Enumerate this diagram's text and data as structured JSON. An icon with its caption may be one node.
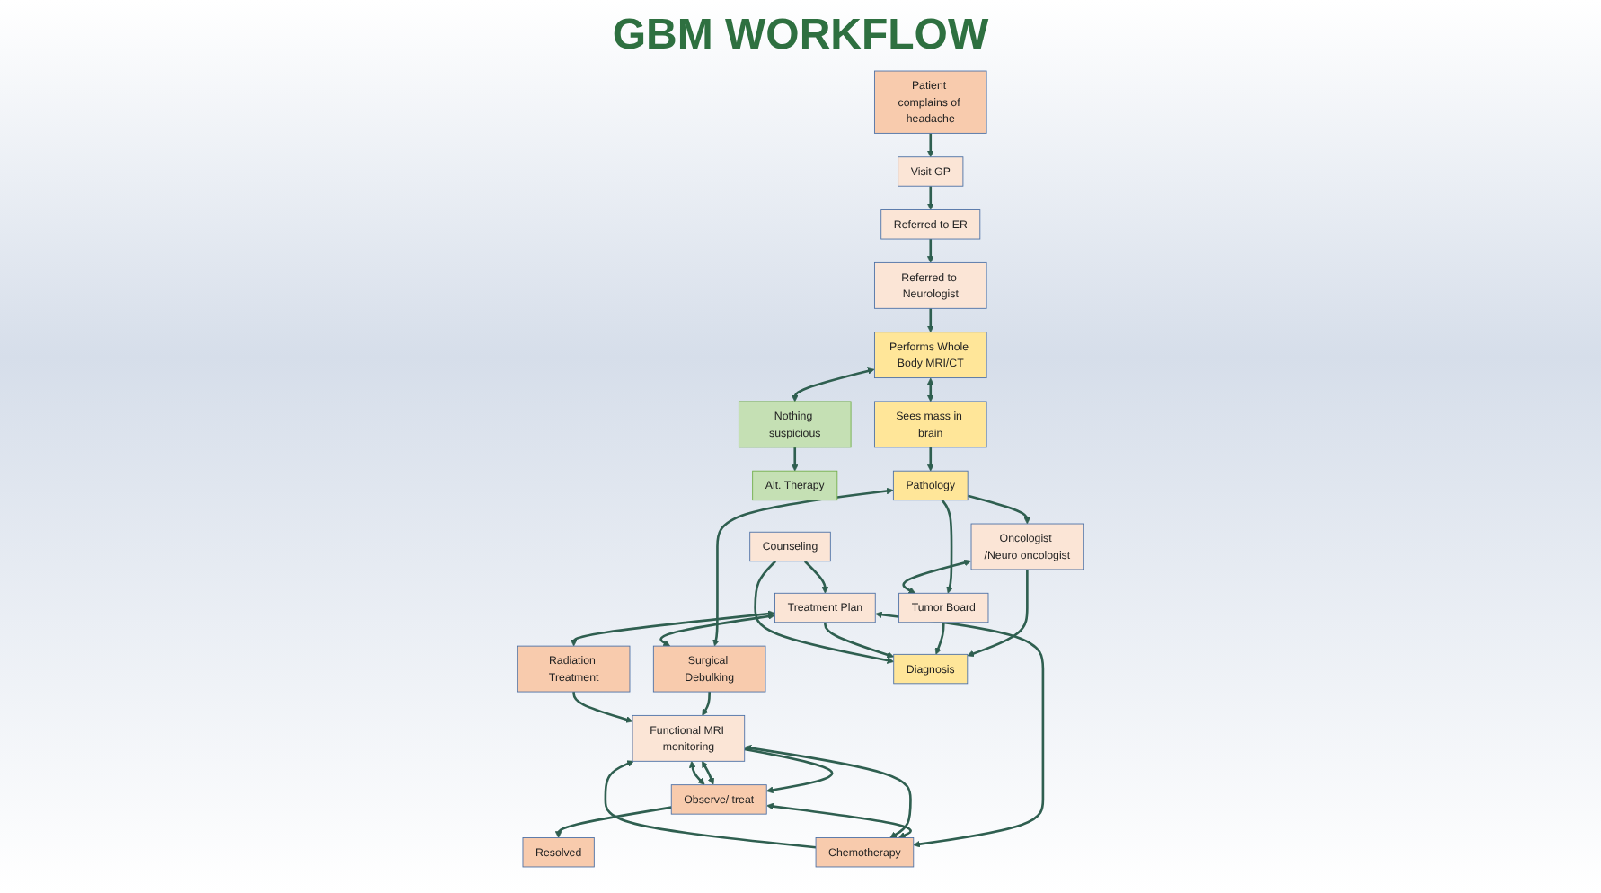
{
  "diagram": {
    "title": "GBM WORKFLOW",
    "nodes": [
      {
        "text": [
          "Patient complains of headache"
        ]
      },
      {
        "text": [
          "Visit GP"
        ]
      },
      {
        "text": [
          "Referred to ER"
        ]
      },
      {
        "text": [
          "Referred to Neurologist"
        ]
      },
      {
        "text": [
          "Performs Whole Body MRI/CT"
        ]
      },
      {
        "text": [
          "Nothing suspicious"
        ]
      },
      {
        "text": [
          "Alt. Therapy"
        ]
      },
      {
        "text": [
          "Sees mass in brain"
        ]
      },
      {
        "text": [
          "Pathology"
        ]
      },
      {
        "text": [
          "Surgical Debulking"
        ]
      },
      {
        "text": [
          "Oncologist /Neuro oncologist"
        ]
      },
      {
        "text": [
          "Tumor Board"
        ]
      },
      {
        "text": [
          "Resolved"
        ]
      },
      {
        "text": [
          "Observe/ treat"
        ]
      },
      {
        "text": [
          "Functional MRI monitoring"
        ]
      },
      {
        "text": [
          "Radiation Treatment"
        ]
      },
      {
        "text": [
          "Diagnosis"
        ]
      },
      {
        "text": [
          "Chemotherapy"
        ]
      },
      {
        "text": [
          "Treatment Plan"
        ]
      },
      {
        "text": [
          "Counseling"
        ]
      }
    ],
    "edges": [
      {
        "from": 0,
        "to": 1,
        "arrow": "to"
      },
      {
        "from": 1,
        "to": 2,
        "arrow": "to"
      },
      {
        "from": 2,
        "to": 3,
        "arrow": "to"
      },
      {
        "from": 3,
        "to": 4,
        "arrow": "to"
      },
      {
        "from": 4,
        "to": 5,
        "arrow": "both"
      },
      {
        "from": 5,
        "to": 6,
        "arrow": "to"
      },
      {
        "from": 4,
        "to": 7,
        "arrow": "both"
      },
      {
        "from": 7,
        "to": 8,
        "arrow": "to"
      },
      {
        "from": 8,
        "to": 9,
        "arrow": "both"
      },
      {
        "from": 8,
        "to": 10,
        "arrow": "to"
      },
      {
        "from": 8,
        "to": 11,
        "arrow": "to"
      },
      {
        "from": 10,
        "to": 11,
        "arrow": "both"
      },
      {
        "from": 10,
        "to": 16,
        "arrow": "to"
      },
      {
        "from": 11,
        "to": 16,
        "arrow": "to"
      },
      {
        "from": 18,
        "to": 16,
        "arrow": "to"
      },
      {
        "from": 19,
        "to": 16,
        "arrow": "to"
      },
      {
        "from": 19,
        "to": 18,
        "arrow": "to"
      },
      {
        "from": 18,
        "to": 9,
        "arrow": "both"
      },
      {
        "from": 18,
        "to": 15,
        "arrow": "both"
      },
      {
        "from": 18,
        "to": 17,
        "arrow": "both"
      },
      {
        "from": 9,
        "to": 14,
        "arrow": "to"
      },
      {
        "from": 15,
        "to": 14,
        "arrow": "to"
      },
      {
        "from": 17,
        "to": 14,
        "arrow": "to"
      },
      {
        "from": 14,
        "to": 13,
        "arrow": "to"
      },
      {
        "from": 13,
        "to": 12,
        "arrow": "to"
      },
      {
        "from": 13,
        "to": 14,
        "arrow": "both"
      },
      {
        "from": 13,
        "to": 17,
        "arrow": "both"
      },
      {
        "from": 13,
        "to": 14,
        "arrow": "both"
      },
      {
        "from": 14,
        "to": 17,
        "arrow": "both"
      }
    ]
  }
}
